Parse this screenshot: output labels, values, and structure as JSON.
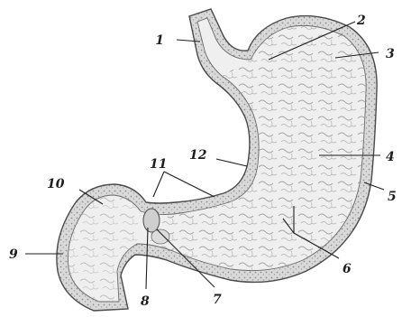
{
  "figure": {
    "colors": {
      "background": "#ffffff",
      "wall": "#d9d9d9",
      "interior": "#efefef",
      "outline": "#4a4a4a",
      "texture": "#9a9a9a",
      "leader": "#1e1e1e"
    },
    "labels": [
      "1",
      "2",
      "3",
      "4",
      "5",
      "6",
      "7",
      "8",
      "9",
      "10",
      "11",
      "12"
    ]
  }
}
